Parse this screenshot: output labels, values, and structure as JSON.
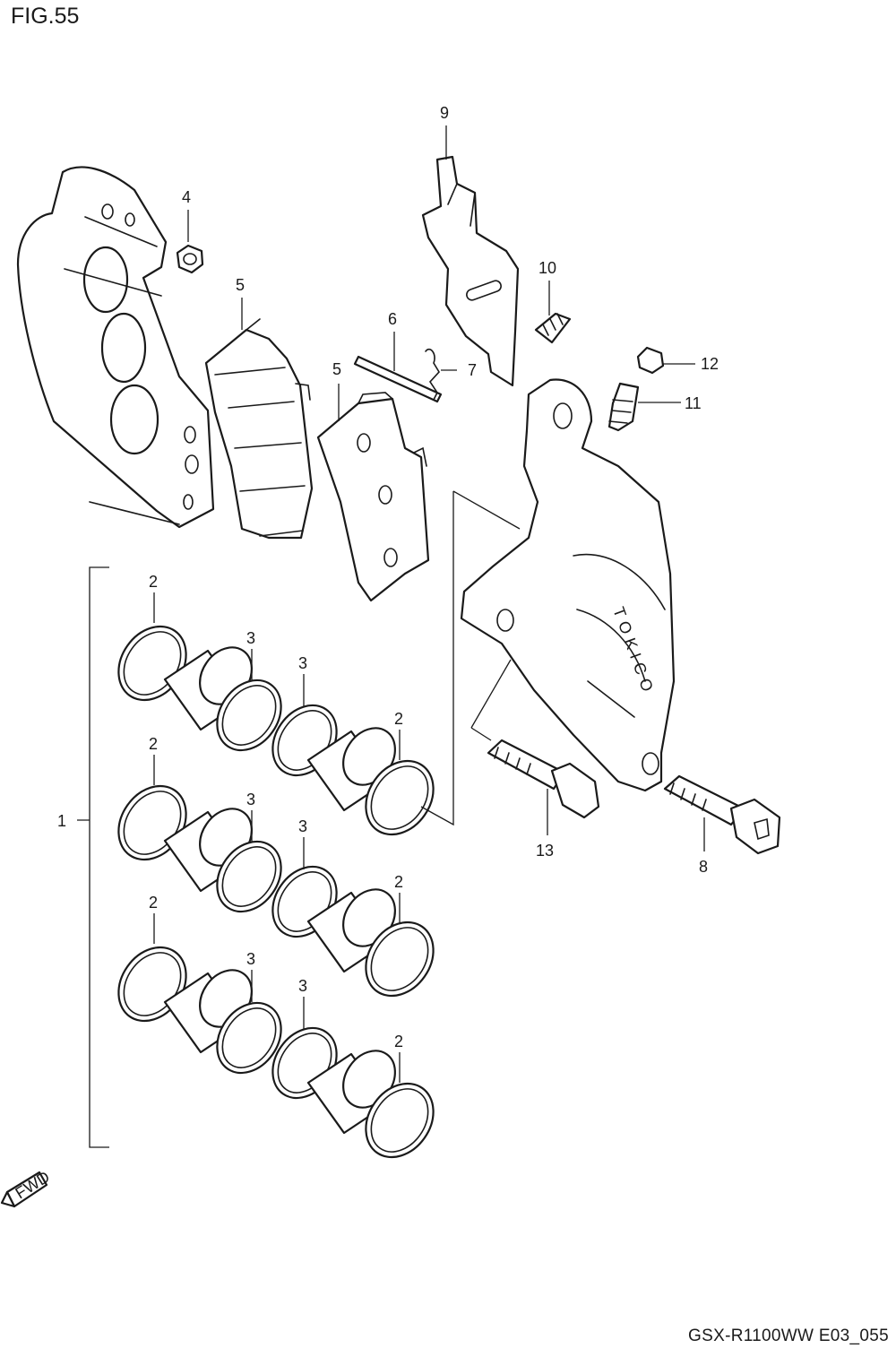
{
  "figure_title": "FIG.55",
  "footer_code": "GSX-R1100WW  E03_055",
  "direction_badge": "FWD",
  "caliper_brand": "TOKICO",
  "callouts": {
    "p1": "1",
    "p2": "2",
    "p3": "3",
    "p4": "4",
    "p5": "5",
    "p6": "6",
    "p7": "7",
    "p8": "8",
    "p9": "9",
    "p10": "10",
    "p11": "11",
    "p12": "12",
    "p13": "13"
  }
}
